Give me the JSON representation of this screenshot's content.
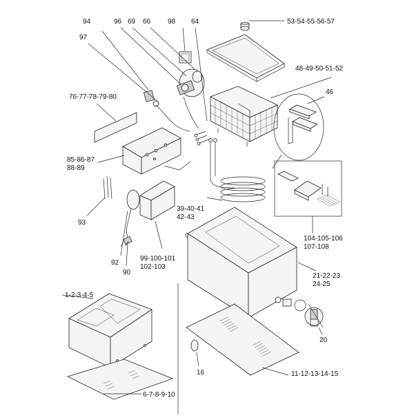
{
  "labels": {
    "l94": "94",
    "l96": "96",
    "l69": "69",
    "l66": "66",
    "l98": "98",
    "l64": "64",
    "l53": "53-54-55-56-57",
    "l97": "97",
    "l48": "48-49-50-51-52",
    "l46": "46",
    "l76": "76-77-78-79-80",
    "l85a": "85-86-87",
    "l85b": "88-89",
    "l93": "93",
    "l39a": "39-40-41",
    "l39b": "42-43",
    "l104a": "104-105-106",
    "l104b": "107-108",
    "l99a": "99-100-101",
    "l99b": "102-103",
    "l92": "92",
    "l90": "90",
    "l21a": "21-22-23",
    "l21b": "24-25",
    "l1": "1-2-3-4-5",
    "l20": "20",
    "l16": "16",
    "l11": "11-12-13-14-15",
    "l6": "6-7-8-9-10"
  }
}
